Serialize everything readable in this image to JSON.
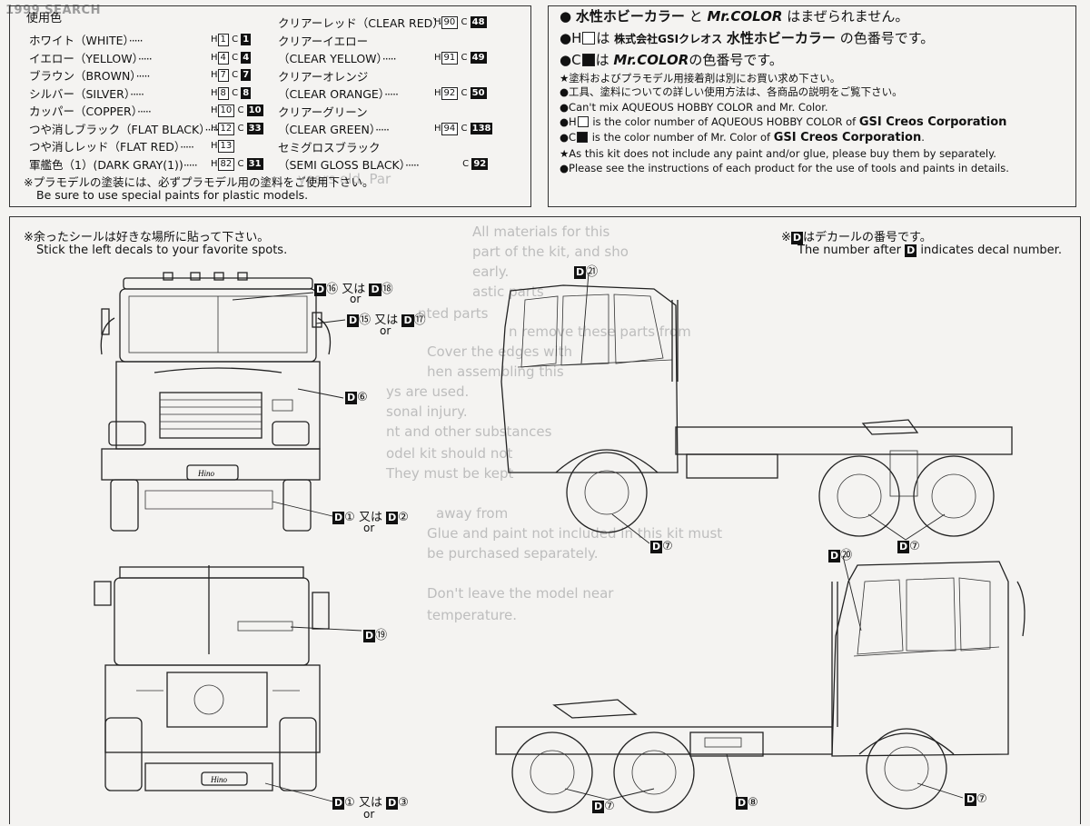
{
  "watermark": "1999 SEARCH",
  "paint_table": {
    "title": "使用色",
    "left_rows": [
      {
        "label": "ホワイト（WHITE）",
        "h": "1",
        "c": "1"
      },
      {
        "label": "イエロー（YELLOW）",
        "h": "4",
        "c": "4"
      },
      {
        "label": "ブラウン（BROWN）",
        "h": "7",
        "c": "7"
      },
      {
        "label": "シルバー（SILVER）",
        "h": "8",
        "c": "8"
      },
      {
        "label": "カッパー（COPPER）",
        "h": "10",
        "c": "10"
      },
      {
        "label": "つや消しブラック（FLAT BLACK）",
        "h": "12",
        "c": "33"
      },
      {
        "label": "つや消しレッド（FLAT RED）",
        "h": "13",
        "c": ""
      },
      {
        "label": "軍艦色（1）(DARK GRAY(1))",
        "h": "82",
        "c": "31"
      }
    ],
    "right_rows": [
      {
        "label": "クリアーレッド（CLEAR RED）",
        "h": "90",
        "c": "48"
      },
      {
        "label": "クリアーイエロー",
        "h": "",
        "c": ""
      },
      {
        "label": "（CLEAR YELLOW）",
        "h": "91",
        "c": "49"
      },
      {
        "label": "クリアーオレンジ",
        "h": "",
        "c": ""
      },
      {
        "label": "（CLEAR ORANGE）",
        "h": "92",
        "c": "50"
      },
      {
        "label": "クリアーグリーン",
        "h": "",
        "c": ""
      },
      {
        "label": "（CLEAR GREEN）",
        "h": "94",
        "c": "138"
      },
      {
        "label": "セミグロスブラック",
        "h": "",
        "c": ""
      },
      {
        "label": "（SEMI GLOSS BLACK）",
        "h": "",
        "c": "92"
      }
    ],
    "note_jp": "※プラモデルの塗装には、必ずプラモデル用の塗料をご使用下さい。",
    "note_en": "Be sure to use special paints for plastic models."
  },
  "notes": {
    "jp1_a": "水性ホビーカラー",
    "jp1_b": "と",
    "jp1_c": "Mr.COLOR",
    "jp1_d": "はまぜられません。",
    "jp2_a": "は",
    "jp2_b": "株式会社GSIクレオス",
    "jp2_c": "水性ホビーカラー",
    "jp2_d": "の色番号です。",
    "jp3_a": "は",
    "jp3_b": "Mr.COLOR",
    "jp3_c": "の色番号です。",
    "jp4": "★塗料およびプラモデル用接着剤は別にお買い求め下さい。",
    "jp5": "●工具、塗料についての詳しい使用方法は、各商品の説明をご覧下さい。",
    "en1": "●Can't mix AQUEOUS HOBBY COLOR and Mr. Color.",
    "en2_a": "H",
    "en2_b": " is the color number of AQUEOUS HOBBY COLOR of ",
    "en2_c": "GSI Creos Corporation",
    "en3_a": "C",
    "en3_b": " is the color number of Mr. Color of ",
    "en3_c": "GSI Creos Corporation",
    "en4": "★As this kit does not include any paint and/or glue, please buy them by separately.",
    "en5": "●Please see the instructions of each product for the use of tools and paints in details."
  },
  "decal_section": {
    "left_note_jp": "※余ったシールは好きな場所に貼って下さい。",
    "left_note_en": "Stick the left decals to your favorite spots.",
    "right_note_jp": "はデカールの番号です。",
    "right_note_en_a": "The number after ",
    "right_note_en_b": " indicates decal number.",
    "d_letter": "D",
    "or_jp": "又は",
    "or_en": "or",
    "callouts": {
      "d16": "⑯",
      "d18": "⑱",
      "d15": "⑮",
      "d17": "⑰",
      "d6": "⑥",
      "d1": "①",
      "d2": "②",
      "d21": "㉑",
      "d7": "⑦",
      "d20": "⑳",
      "d19": "⑲",
      "d3": "③",
      "d8": "⑧"
    },
    "grille_text": "Hino"
  },
  "background_text": [
    "years old. Par",
    "All materials for this",
    "part of the kit, and sho",
    "early.",
    "astic parts",
    "nted parts",
    "n remove these parts from",
    "Cover the edges with",
    "hen assembling this",
    "ys are used.",
    "sonal injury.",
    "nt and other substances",
    "odel kit should not",
    "They must be kept",
    "away from",
    "Glue and paint not included in this kit must",
    "be purchased separately.",
    "Don't leave the model near",
    "temperature."
  ],
  "colors": {
    "ink": "#111111",
    "paper": "#f4f3f1",
    "watermark": "#9a9a9a"
  }
}
